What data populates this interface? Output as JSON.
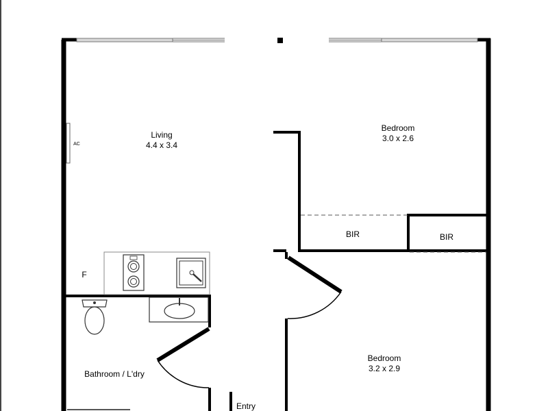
{
  "rooms": {
    "living": {
      "name": "Living",
      "size": "4.4 x 3.4"
    },
    "bedroom_top": {
      "name": "Bedroom",
      "size": "3.0 x 2.6"
    },
    "bedroom_bottom": {
      "name": "Bedroom",
      "size": "3.2 x 2.9"
    },
    "bathroom": {
      "name": "Bathroom / L'dry"
    },
    "entry": {
      "name": "Entry"
    },
    "bir_left": {
      "name": "BIR"
    },
    "bir_right": {
      "name": "BIR"
    }
  },
  "labels": {
    "ac": "AC",
    "fridge": "F"
  },
  "colors": {
    "wall": "#000000",
    "fixture": "#555555",
    "window": "#666666",
    "background": "#ffffff"
  }
}
